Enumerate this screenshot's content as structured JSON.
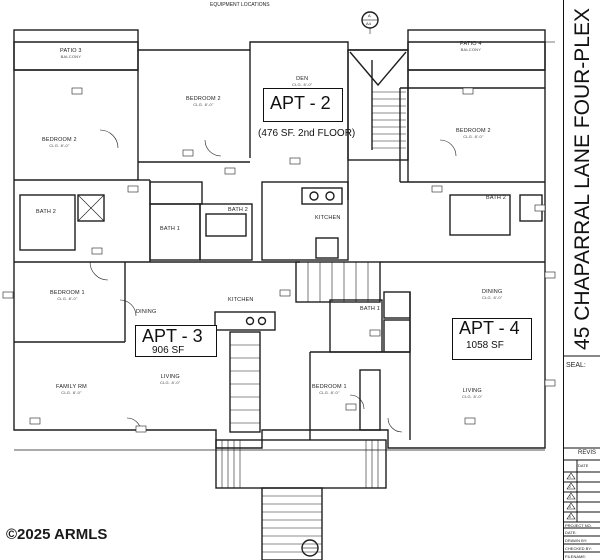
{
  "header": {
    "equipment_note": "EQUIPMENT LOCATIONS",
    "section_marker": "A",
    "section_sheet": "A4"
  },
  "rooms": {
    "patio3": {
      "name": "PATIO 3",
      "sub": "BALCONY"
    },
    "patio4": {
      "name": "PATIO 4",
      "sub": "BALCONY"
    },
    "bedroom2_left": {
      "name": "BEDROOM 2",
      "sub": "CLG. 8'-0\""
    },
    "bedroom2_center": {
      "name": "BEDROOM 2",
      "sub": "CLG. 8'-0\""
    },
    "den": {
      "name": "DEN",
      "sub": "CLG. 8'-0\""
    },
    "bedroom2_right": {
      "name": "BEDROOM 2",
      "sub": "CLG. 8'-0\""
    },
    "bath2_left": {
      "name": "BATH 2"
    },
    "bath1_center": {
      "name": "BATH 1"
    },
    "bath2_center": {
      "name": "BATH 2"
    },
    "kitchen_top": {
      "name": "KITCHEN"
    },
    "bath2_right": {
      "name": "BATH 2"
    },
    "bedroom1_left": {
      "name": "BEDROOM 1",
      "sub": "CLG. 8'-0\""
    },
    "dining_left": {
      "name": "DINING"
    },
    "kitchen_bottom": {
      "name": "KITCHEN"
    },
    "bath1_right": {
      "name": "BATH 1"
    },
    "dining_right": {
      "name": "DINING",
      "sub": "CLG. 8'-0\""
    },
    "family_rm": {
      "name": "FAMILY RM",
      "sub": "CLG. 8'-0\""
    },
    "living_left": {
      "name": "LIVING",
      "sub": "CLG. 8'-0\""
    },
    "bedroom1_center": {
      "name": "BEDROOM 1",
      "sub": "CLG. 8'-0\""
    },
    "living_right": {
      "name": "LIVING",
      "sub": "CLG. 8'-0\""
    }
  },
  "apartments": {
    "apt2": {
      "title": "APT - 2",
      "area": "(476 SF. 2nd FLOOR)"
    },
    "apt3": {
      "title": "APT - 3",
      "area": "906 SF"
    },
    "apt4": {
      "title": "APT - 4",
      "area": "1058 SF"
    }
  },
  "title_block": {
    "project_title": "45 CHAPARRAL LANE FOUR-PLEX",
    "seal_label": "SEAL:",
    "revisions_label": "REVIS",
    "revisions_date_label": "DATE",
    "revision_marks": [
      "1",
      "2",
      "3",
      "4",
      "5"
    ],
    "project_no": "PROJECT NO.",
    "date": "DATE:",
    "drawn_by": "DRAWN BY:",
    "checked_by": "CHECKED BY:",
    "filename": "FILENAME:"
  },
  "watermark": "©2025 ARMLS"
}
